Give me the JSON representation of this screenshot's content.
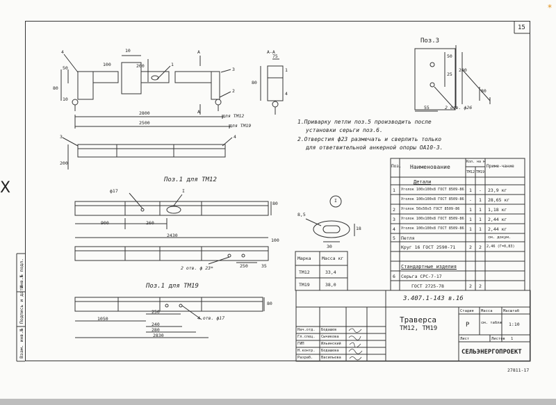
{
  "sheet": {
    "number": "15",
    "corner_code": "27811-17",
    "left_mark": "X",
    "corner_mark": "*"
  },
  "main_view": {
    "dims": [
      "10",
      "50",
      "200",
      "80",
      "10",
      "2800",
      "2500",
      "100",
      "200"
    ],
    "section_label": "А",
    "length_labels": [
      "для ТМ12",
      "для ТМ19"
    ],
    "callouts": [
      "4",
      "1",
      "3",
      "2",
      "3",
      "4"
    ]
  },
  "section_aa": {
    "title": "А-А",
    "dims": [
      "80",
      "75"
    ],
    "callouts": [
      "1",
      "4"
    ]
  },
  "detail_poz3": {
    "title": "Поз.3",
    "dims": [
      "50",
      "25",
      "200",
      "80",
      "55"
    ],
    "hole_label": "2 отв. ф26"
  },
  "notes": [
    "1.Приварку петли поз.5 производить после",
    "установки серьги поз.6.",
    "2.Отверстия ф23 размечать и сверлить только",
    "для ответвительной анкерной опоры ОА10-3."
  ],
  "poz1_tm12": {
    "title": "Поз.1 для ТМ12",
    "hole_dia": "ф17",
    "marker": "I",
    "dims": [
      "900",
      "260",
      "2430",
      "80",
      "100",
      "250",
      "35"
    ],
    "holes_label": "2 отв. ф 23*"
  },
  "detail_I": {
    "marker": "I",
    "dims": [
      "8,5",
      "30",
      "18"
    ]
  },
  "mass_table": {
    "headers": [
      "Марка",
      "Масса кг"
    ],
    "rows": [
      [
        "ТМ12",
        "33,4"
      ],
      [
        "ТМ19",
        "38,0"
      ]
    ]
  },
  "poz1_tm19": {
    "title": "Поз.1 для ТМ19",
    "dims": [
      "1050",
      "250",
      "240",
      "280",
      "2830",
      "80"
    ],
    "holes_label": "4 отв. ф17"
  },
  "spec": {
    "headers": [
      "Поз.",
      "Наименование",
      "Кол. на марку",
      "ТМ12",
      "ТМ19",
      "Приме-чание"
    ],
    "section_details": "Детали",
    "rows": [
      [
        "1",
        "Уголок 100х100х8 ГОСТ 8509-86",
        "1",
        "-",
        "23,9 кг"
      ],
      [
        "",
        "Уголок 100х100х8 ГОСТ 8509-86",
        "-",
        "1",
        "28,65 кг"
      ],
      [
        "2",
        "Уголок 50х50х5 ГОСТ 8509-86",
        "1",
        "1",
        "1,18 кг"
      ],
      [
        "3",
        "Уголок 100х100х8 ГОСТ 8509-86",
        "1",
        "1",
        "2,44 кг"
      ],
      [
        "4",
        "Уголок 100х100х8 ГОСТ 8509-86",
        "1",
        "1",
        "2,44 кг"
      ],
      [
        "5",
        "Петля",
        "",
        "",
        "см. докум."
      ],
      [
        "",
        "Круг 16 ГОСТ 2590-71",
        "2",
        "2",
        "2,46 (Г=0,83)"
      ]
    ],
    "section_standard": "Стандартные изделия",
    "std_rows": [
      [
        "6",
        "Серьга СРС-7-17",
        "",
        "",
        ""
      ],
      [
        "",
        "ГОСТ 2725-78",
        "2",
        "2",
        ""
      ]
    ]
  },
  "title_block": {
    "doc_code": "3.407.1-143 в.16",
    "title": "Траверса",
    "subtitle": "ТМ12, ТМ19",
    "stage_header": "Стадия",
    "stage": "Р",
    "mass_header": "Масса",
    "mass_value": "см. таблицу",
    "scale_header": "Масштаб",
    "scale": "1:10",
    "sheet_label": "Лист",
    "sheets_label": "Листов",
    "sheets_count": "1",
    "org": "СЕЛЬЭНЕРГОПРОЕКТ",
    "roles": [
      "Нач.отд.",
      "Гл.спец.",
      "ГИП",
      "Н.контр.",
      "Разраб."
    ],
    "names": [
      "Бодашев",
      "Сычикова",
      "Ильинский",
      "Бодашева",
      "Васильева"
    ]
  },
  "left_strip": {
    "labels": [
      "Инв.№ подл.",
      "Подпись и дата",
      "Взам. инв.№"
    ]
  }
}
